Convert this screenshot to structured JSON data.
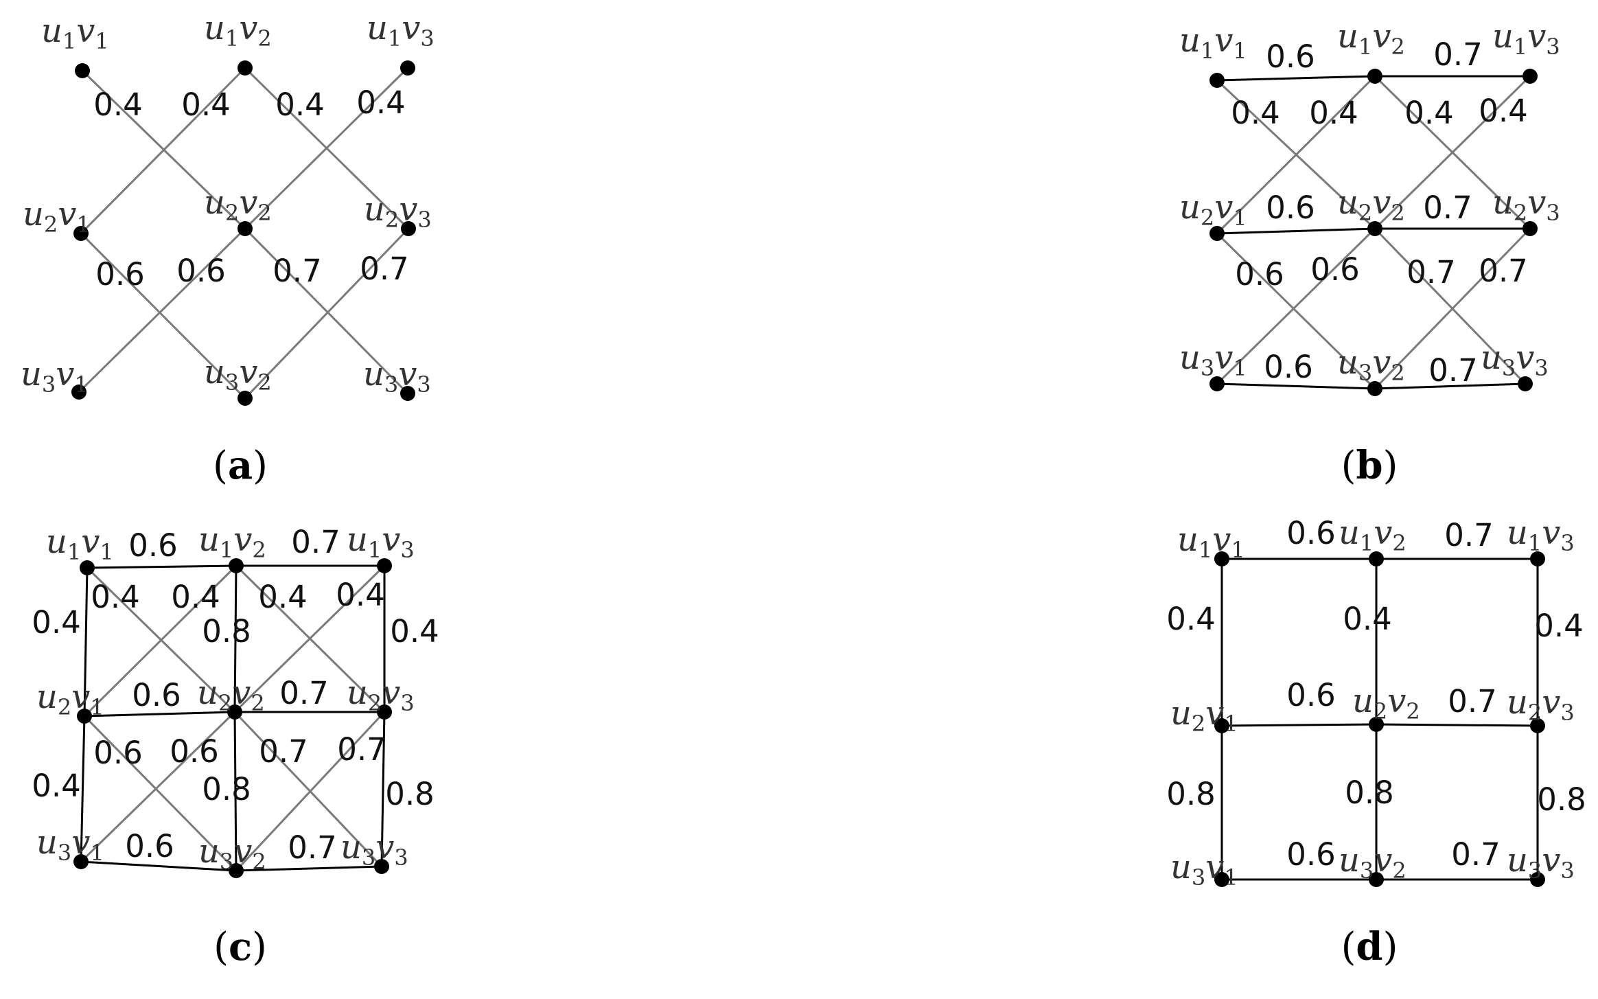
{
  "figure": {
    "panels": [
      {
        "id": "a",
        "caption": "(a)",
        "caption_letter": "a",
        "nodes": [
          {
            "id": "u1v1",
            "label": "u1v1"
          },
          {
            "id": "u1v2",
            "label": "u1v2"
          },
          {
            "id": "u1v3",
            "label": "u1v3"
          },
          {
            "id": "u2v1",
            "label": "u2v1"
          },
          {
            "id": "u2v2",
            "label": "u2v2"
          },
          {
            "id": "u2v3",
            "label": "u2v3"
          },
          {
            "id": "u3v1",
            "label": "u3v1"
          },
          {
            "id": "u3v2",
            "label": "u3v2"
          },
          {
            "id": "u3v3",
            "label": "u3v3"
          }
        ],
        "edges": [
          {
            "from": "u1v1",
            "to": "u2v2",
            "weight": "0.4"
          },
          {
            "from": "u1v2",
            "to": "u2v1",
            "weight": "0.4"
          },
          {
            "from": "u1v2",
            "to": "u2v3",
            "weight": "0.4"
          },
          {
            "from": "u1v3",
            "to": "u2v2",
            "weight": "0.4"
          },
          {
            "from": "u2v1",
            "to": "u3v2",
            "weight": "0.6"
          },
          {
            "from": "u2v2",
            "to": "u3v1",
            "weight": "0.6"
          },
          {
            "from": "u2v2",
            "to": "u3v3",
            "weight": "0.7"
          },
          {
            "from": "u2v3",
            "to": "u3v2",
            "weight": "0.7"
          }
        ]
      },
      {
        "id": "b",
        "caption": "(b)",
        "caption_letter": "b",
        "nodes": [
          {
            "id": "u1v1",
            "label": "u1v1"
          },
          {
            "id": "u1v2",
            "label": "u1v2"
          },
          {
            "id": "u1v3",
            "label": "u1v3"
          },
          {
            "id": "u2v1",
            "label": "u2v1"
          },
          {
            "id": "u2v2",
            "label": "u2v2"
          },
          {
            "id": "u2v3",
            "label": "u2v3"
          },
          {
            "id": "u3v1",
            "label": "u3v1"
          },
          {
            "id": "u3v2",
            "label": "u3v2"
          },
          {
            "id": "u3v3",
            "label": "u3v3"
          }
        ],
        "edges": [
          {
            "from": "u1v1",
            "to": "u1v2",
            "weight": "0.6"
          },
          {
            "from": "u1v2",
            "to": "u1v3",
            "weight": "0.7"
          },
          {
            "from": "u2v1",
            "to": "u2v2",
            "weight": "0.6"
          },
          {
            "from": "u2v2",
            "to": "u2v3",
            "weight": "0.7"
          },
          {
            "from": "u3v1",
            "to": "u3v2",
            "weight": "0.6"
          },
          {
            "from": "u3v2",
            "to": "u3v3",
            "weight": "0.7"
          },
          {
            "from": "u1v1",
            "to": "u2v2",
            "weight": "0.4"
          },
          {
            "from": "u1v2",
            "to": "u2v1",
            "weight": "0.4"
          },
          {
            "from": "u1v2",
            "to": "u2v3",
            "weight": "0.4"
          },
          {
            "from": "u1v3",
            "to": "u2v2",
            "weight": "0.4"
          },
          {
            "from": "u2v1",
            "to": "u3v2",
            "weight": "0.6"
          },
          {
            "from": "u2v2",
            "to": "u3v1",
            "weight": "0.6"
          },
          {
            "from": "u2v2",
            "to": "u3v3",
            "weight": "0.7"
          },
          {
            "from": "u2v3",
            "to": "u3v2",
            "weight": "0.7"
          }
        ]
      },
      {
        "id": "c",
        "caption": "(c)",
        "caption_letter": "c",
        "nodes": [
          {
            "id": "u1v1",
            "label": "u1v1"
          },
          {
            "id": "u1v2",
            "label": "u1v2"
          },
          {
            "id": "u1v3",
            "label": "u1v3"
          },
          {
            "id": "u2v1",
            "label": "u2v1"
          },
          {
            "id": "u2v2",
            "label": "u2v2"
          },
          {
            "id": "u2v3",
            "label": "u2v3"
          },
          {
            "id": "u3v1",
            "label": "u3v1"
          },
          {
            "id": "u3v2",
            "label": "u3v2"
          },
          {
            "id": "u3v3",
            "label": "u3v3"
          }
        ],
        "edges": [
          {
            "from": "u1v1",
            "to": "u1v2",
            "weight": "0.6"
          },
          {
            "from": "u1v2",
            "to": "u1v3",
            "weight": "0.7"
          },
          {
            "from": "u2v1",
            "to": "u2v2",
            "weight": "0.6"
          },
          {
            "from": "u2v2",
            "to": "u2v3",
            "weight": "0.7"
          },
          {
            "from": "u3v1",
            "to": "u3v2",
            "weight": "0.6"
          },
          {
            "from": "u3v2",
            "to": "u3v3",
            "weight": "0.7"
          },
          {
            "from": "u1v1",
            "to": "u2v1",
            "weight": "0.4"
          },
          {
            "from": "u1v2",
            "to": "u2v2",
            "weight": "0.4"
          },
          {
            "from": "u1v3",
            "to": "u2v3",
            "weight": "0.4"
          },
          {
            "from": "u2v1",
            "to": "u3v1",
            "weight": "0.8"
          },
          {
            "from": "u2v2",
            "to": "u3v2",
            "weight": "0.8"
          },
          {
            "from": "u2v3",
            "to": "u3v3",
            "weight": "0.8"
          },
          {
            "from": "u1v1",
            "to": "u2v2",
            "weight": "0.4"
          },
          {
            "from": "u1v2",
            "to": "u2v1",
            "weight": "0.4"
          },
          {
            "from": "u1v2",
            "to": "u2v3",
            "weight": "0.4"
          },
          {
            "from": "u1v3",
            "to": "u2v2",
            "weight": "0.4"
          },
          {
            "from": "u2v1",
            "to": "u3v2",
            "weight": "0.6"
          },
          {
            "from": "u2v2",
            "to": "u3v1",
            "weight": "0.6"
          },
          {
            "from": "u2v2",
            "to": "u3v3",
            "weight": "0.7"
          },
          {
            "from": "u2v3",
            "to": "u3v2",
            "weight": "0.7"
          }
        ]
      },
      {
        "id": "d",
        "caption": "(d)",
        "caption_letter": "d",
        "nodes": [
          {
            "id": "u1v1",
            "label": "u1v1"
          },
          {
            "id": "u1v2",
            "label": "u1v2"
          },
          {
            "id": "u1v3",
            "label": "u1v3"
          },
          {
            "id": "u2v1",
            "label": "u2v1"
          },
          {
            "id": "u2v2",
            "label": "u2v2"
          },
          {
            "id": "u2v3",
            "label": "u2v3"
          },
          {
            "id": "u3v1",
            "label": "u3v1"
          },
          {
            "id": "u3v2",
            "label": "u3v2"
          },
          {
            "id": "u3v3",
            "label": "u3v3"
          }
        ],
        "edges": [
          {
            "from": "u1v1",
            "to": "u1v2",
            "weight": "0.6"
          },
          {
            "from": "u1v2",
            "to": "u1v3",
            "weight": "0.7"
          },
          {
            "from": "u2v1",
            "to": "u2v2",
            "weight": "0.6"
          },
          {
            "from": "u2v2",
            "to": "u2v3",
            "weight": "0.7"
          },
          {
            "from": "u3v1",
            "to": "u3v2",
            "weight": "0.6"
          },
          {
            "from": "u3v2",
            "to": "u3v3",
            "weight": "0.7"
          },
          {
            "from": "u1v1",
            "to": "u2v1",
            "weight": "0.4"
          },
          {
            "from": "u1v2",
            "to": "u2v2",
            "weight": "0.4"
          },
          {
            "from": "u1v3",
            "to": "u2v3",
            "weight": "0.4"
          },
          {
            "from": "u2v1",
            "to": "u3v1",
            "weight": "0.8"
          },
          {
            "from": "u2v2",
            "to": "u3v2",
            "weight": "0.8"
          },
          {
            "from": "u2v3",
            "to": "u3v3",
            "weight": "0.8"
          }
        ]
      }
    ]
  }
}
